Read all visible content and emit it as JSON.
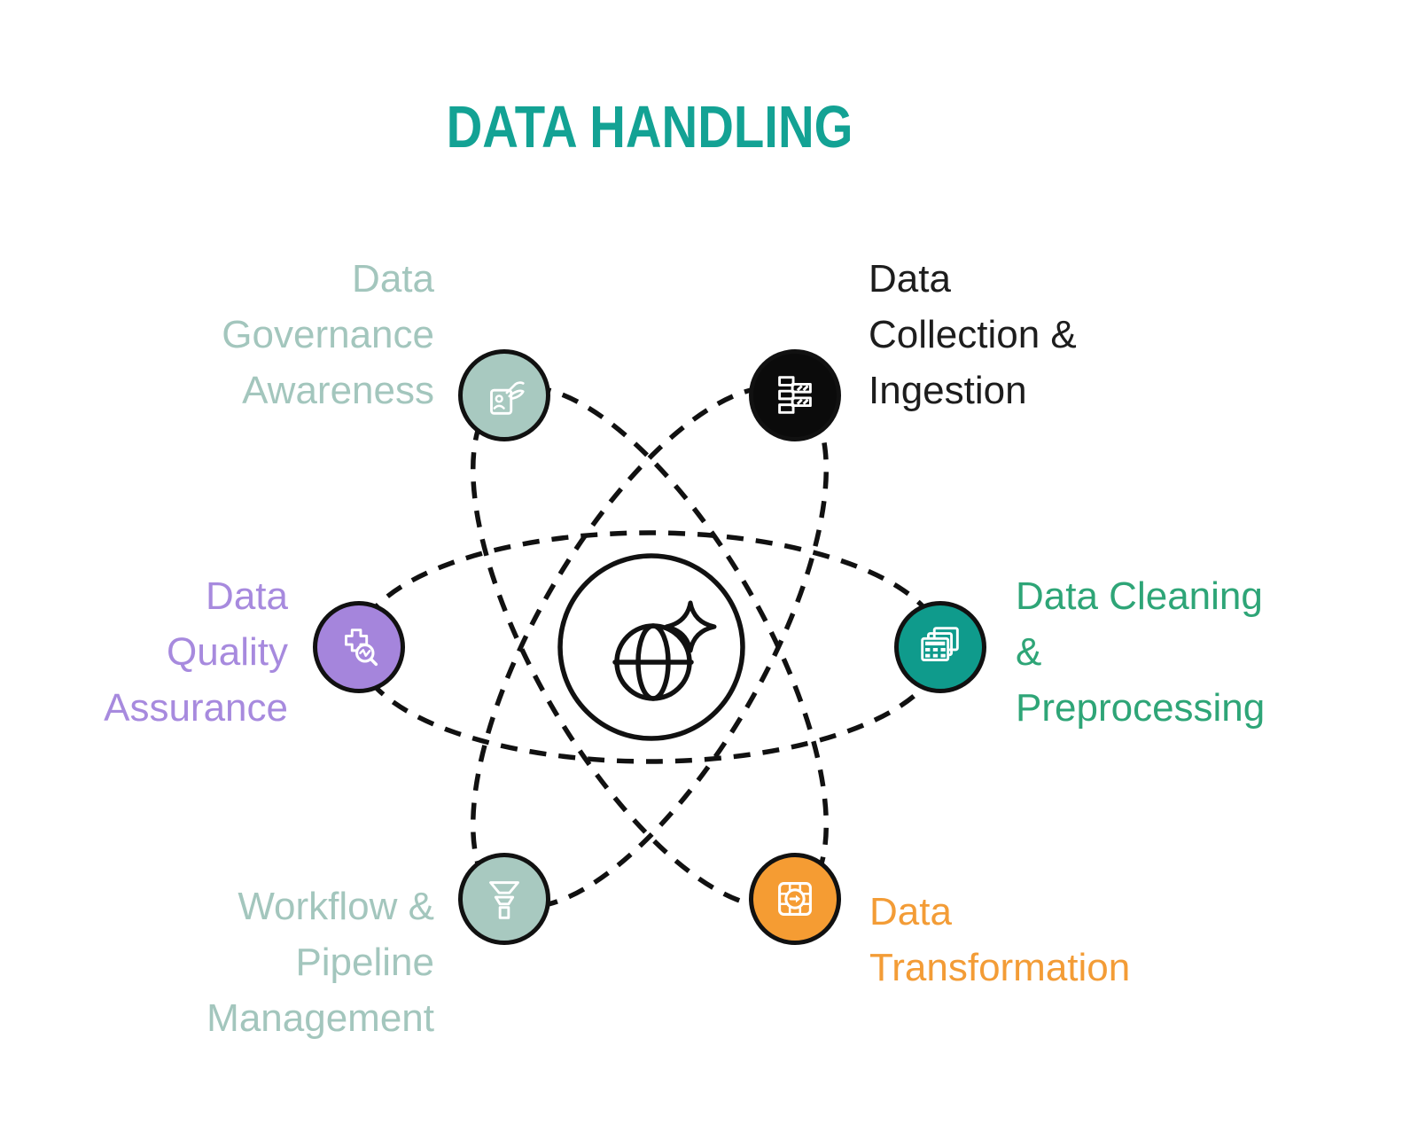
{
  "title": "DATA HANDLING",
  "colors": {
    "title_teal": "#13A294",
    "outline_black": "#111111",
    "node_sage": "#A8C9C0",
    "node_black": "#0B0B0B",
    "node_teal": "#0F9B8C",
    "node_orange": "#F59C33",
    "node_purple": "#A585DC",
    "text_sage": "#A3C6BD",
    "text_black": "#1D1D1D",
    "text_green": "#2EA577",
    "text_orange": "#F39C36",
    "text_purple": "#A78ADE"
  },
  "center": {
    "icon": "globe-sparkle-icon"
  },
  "nodes": [
    {
      "id": "data-collection-ingestion",
      "label": "Data\nCollection &\nIngestion",
      "icon": "stacked-data-bars-icon",
      "node_color": "#0B0B0B",
      "text_color": "#1D1D1D",
      "position": "top-right"
    },
    {
      "id": "data-cleaning-preprocessing",
      "label": "Data Cleaning\n&\nPreprocessing",
      "icon": "stacked-tables-icon",
      "node_color": "#0F9B8C",
      "text_color": "#2EA577",
      "position": "right"
    },
    {
      "id": "data-transformation",
      "label": "Data\nTransformation",
      "icon": "grid-transform-arrow-icon",
      "node_color": "#F59C33",
      "text_color": "#F39C36",
      "position": "bottom-right"
    },
    {
      "id": "workflow-pipeline-management",
      "label": "Workflow &\nPipeline\nManagement",
      "icon": "funnel-icon",
      "node_color": "#A8C9C0",
      "text_color": "#A3C6BD",
      "position": "bottom-left"
    },
    {
      "id": "data-quality-assurance",
      "label": "Data\nQuality\nAssurance",
      "icon": "health-check-magnifier-icon",
      "node_color": "#A585DC",
      "text_color": "#A78ADE",
      "position": "left"
    },
    {
      "id": "data-governance-awareness",
      "label": "Data\nGovernance\nAwareness",
      "icon": "id-badge-hand-icon",
      "node_color": "#A8C9C0",
      "text_color": "#A3C6BD",
      "position": "top-left"
    }
  ]
}
